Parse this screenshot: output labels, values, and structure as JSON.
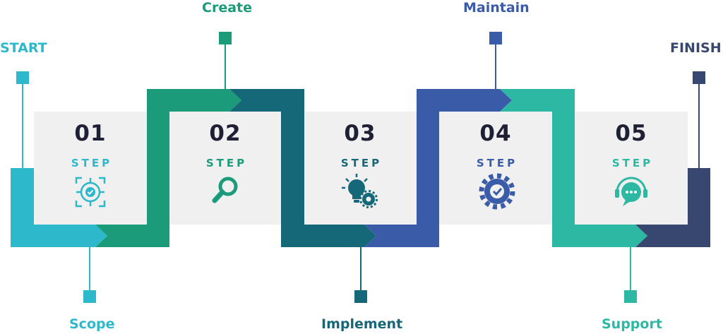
{
  "colors": {
    "cyan": "#2eb8cc",
    "green": "#1c9b7a",
    "teal": "#156878",
    "blue": "#3a5ba8",
    "mint": "#2db8a3",
    "navy": "#374770",
    "panel": "#f0f0f0",
    "number": "#1f1f35"
  },
  "labels": {
    "start": "START",
    "finish": "FINISH",
    "create": "Create",
    "maintain": "Maintain",
    "scope": "Scope",
    "implement": "Implement",
    "support": "Support"
  },
  "steps": [
    {
      "number": "01",
      "word": "STEP",
      "icon": "target-check-icon",
      "color": "#2eb8cc"
    },
    {
      "number": "02",
      "word": "STEP",
      "icon": "magnifier-icon",
      "color": "#1c9b7a"
    },
    {
      "number": "03",
      "word": "STEP",
      "icon": "lightbulb-gear-icon",
      "color": "#156878"
    },
    {
      "number": "04",
      "word": "STEP",
      "icon": "gear-check-icon",
      "color": "#3a5ba8"
    },
    {
      "number": "05",
      "word": "STEP",
      "icon": "support-chat-icon",
      "color": "#2db8a3"
    }
  ]
}
